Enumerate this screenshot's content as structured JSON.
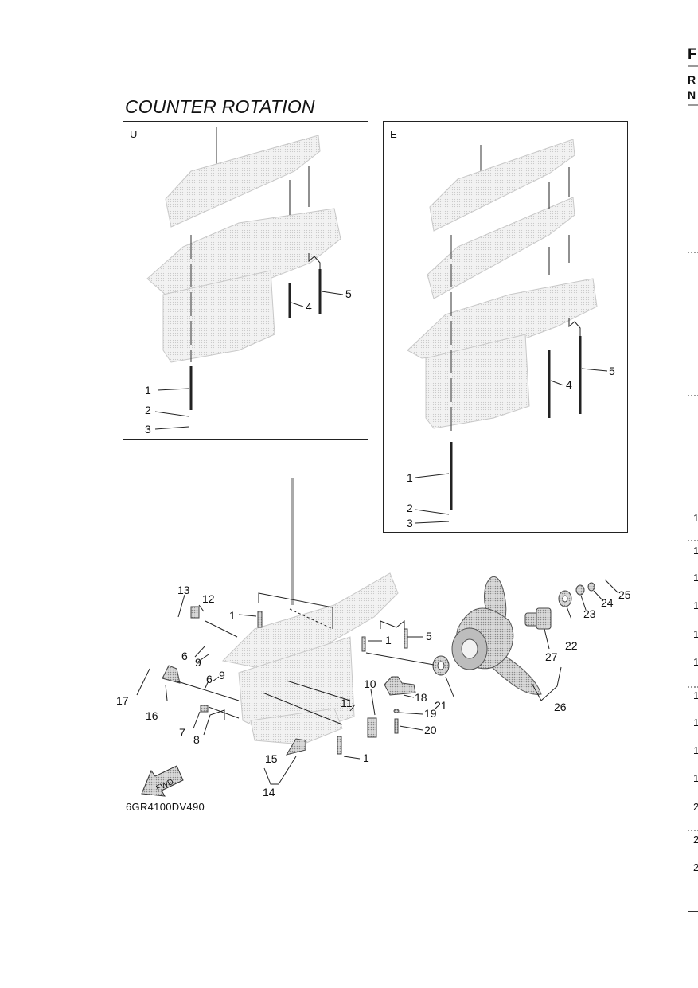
{
  "title": "COUNTER ROTATION",
  "diagram_code": "6GR4100DV490",
  "panels": {
    "u": {
      "tag": "U",
      "callouts": [
        "1",
        "2",
        "3",
        "4",
        "5"
      ]
    },
    "e": {
      "tag": "E",
      "callouts": [
        "1",
        "2",
        "3",
        "4",
        "5"
      ]
    }
  },
  "main_callouts": [
    "13",
    "12",
    "1",
    "5",
    "1",
    "6",
    "9",
    "6",
    "9",
    "17",
    "16",
    "7",
    "8",
    "10",
    "11",
    "18",
    "19",
    "20",
    "21",
    "27",
    "22",
    "23",
    "24",
    "25",
    "26",
    "1",
    "15",
    "14"
  ],
  "fwd_label": "FWD",
  "right_column": {
    "header": [
      "F",
      "R",
      "N"
    ],
    "numbers": [
      "1",
      "1",
      "1",
      "1",
      "1",
      "1",
      "1",
      "1",
      "1",
      "1",
      "2",
      "2",
      "2"
    ]
  },
  "colors": {
    "ink": "#111111",
    "part_fill": "#efefef",
    "part_stroke": "#bdbdbd",
    "propeller_fill": "#d8d8d8"
  }
}
